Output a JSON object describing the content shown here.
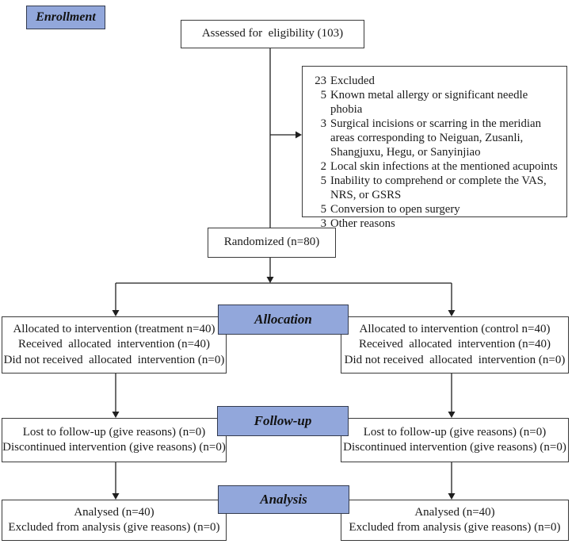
{
  "diagram": {
    "stages": {
      "enrollment": "Enrollment",
      "allocation": "Allocation",
      "followup": "Follow-up",
      "analysis": "Analysis"
    },
    "assessed": "Assessed for  eligibility (103)",
    "randomized": "Randomized (n=80)",
    "excluded": {
      "items": [
        {
          "n": "23",
          "text": "Excluded"
        },
        {
          "n": "5",
          "text": "Known metal allergy or significant needle phobia"
        },
        {
          "n": "3",
          "text": "Surgical incisions or scarring in the meridian areas corresponding to Neiguan, Zusanli, Shangjuxu, Hegu, or Sanyinjiao"
        },
        {
          "n": "2",
          "text": "Local skin infections at the mentioned acupoints"
        },
        {
          "n": "5",
          "text": "Inability to comprehend or complete the VAS, NRS, or GSRS"
        },
        {
          "n": "5",
          "text": "Conversion to open surgery"
        },
        {
          "n": "3",
          "text": "Other reasons"
        }
      ]
    },
    "allocation_left": {
      "lines": [
        "Allocated to intervention (treatment n=40)",
        "Received  allocated  intervention (n=40)",
        "Did not received  allocated  intervention (n=0)"
      ]
    },
    "allocation_right": {
      "lines": [
        "Allocated to intervention (control n=40)",
        "Received  allocated  intervention (n=40)",
        "Did not received  allocated  intervention (n=0)"
      ]
    },
    "followup_left": {
      "lines": [
        "Lost to follow-up (give reasons) (n=0)",
        "Discontinued intervention (give reasons) (n=0)"
      ]
    },
    "followup_right": {
      "lines": [
        "Lost to follow-up (give reasons) (n=0)",
        "Discontinued intervention (give reasons) (n=0)"
      ]
    },
    "analysis_left": {
      "lines": [
        "Analysed (n=40)",
        "Excluded from analysis (give reasons) (n=0)"
      ]
    },
    "analysis_right": {
      "lines": [
        "Analysed (n=40)",
        "Excluded from analysis (give reasons) (n=0)"
      ]
    }
  },
  "colors": {
    "stage_fill": "#92a7db",
    "stage_border": "#333b4e",
    "box_border": "#3a3a3a",
    "line_color": "#1f1f1f"
  }
}
